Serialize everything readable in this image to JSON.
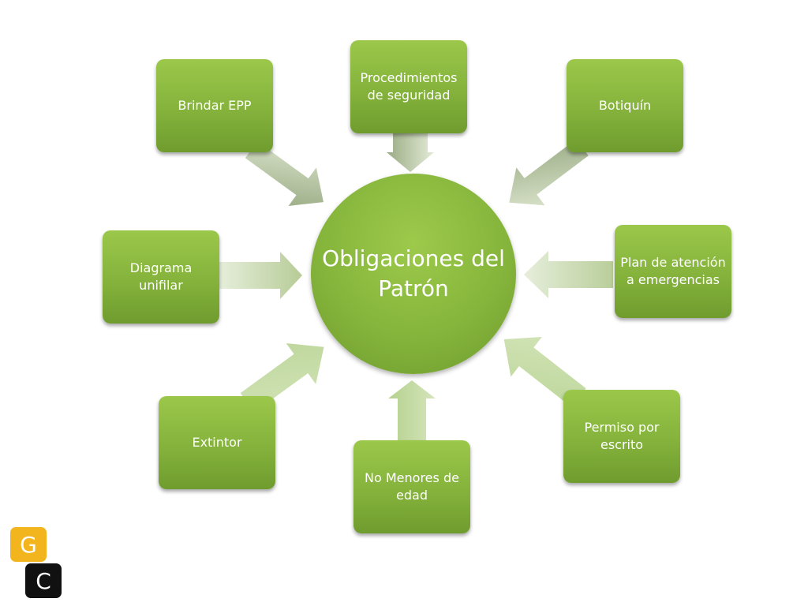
{
  "center": {
    "label": "Obligaciones del Patrón"
  },
  "nodes": [
    {
      "label": "Brindar EPP"
    },
    {
      "label": "Procedimientos de seguridad"
    },
    {
      "label": "Botiquín"
    },
    {
      "label": "Diagrama unifilar"
    },
    {
      "label": "Plan de atención a emergencias"
    },
    {
      "label": "Extintor"
    },
    {
      "label": "No Menores de edad"
    },
    {
      "label": "Permiso por escrito"
    }
  ],
  "logo": {
    "top_letter": "G",
    "bottom_letter": "C"
  },
  "colors": {
    "box_green": "#82b03a",
    "arrow_gray_green": "#9fb089",
    "arrow_light_green": "#c8dca8",
    "logo_yellow": "#f3b51d",
    "logo_black": "#111111"
  }
}
